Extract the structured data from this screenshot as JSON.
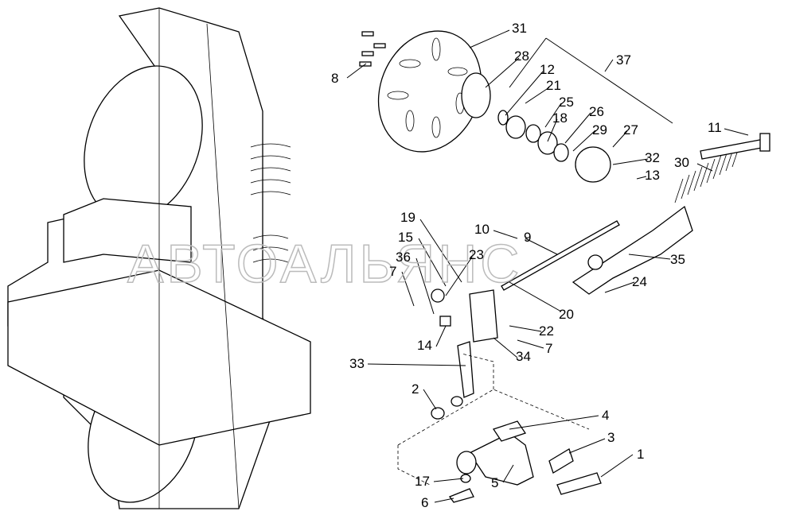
{
  "watermark": "АВТОАЛЬЯНС",
  "callouts": [
    "31",
    "37",
    "28",
    "12",
    "21",
    "25",
    "18",
    "26",
    "29",
    "27",
    "11",
    "30",
    "32",
    "13",
    "8",
    "19",
    "10",
    "15",
    "9",
    "23",
    "36",
    "35",
    "7",
    "24",
    "20",
    "22",
    "7",
    "14",
    "34",
    "33",
    "2",
    "4",
    "3",
    "1",
    "17",
    "5",
    "6"
  ]
}
